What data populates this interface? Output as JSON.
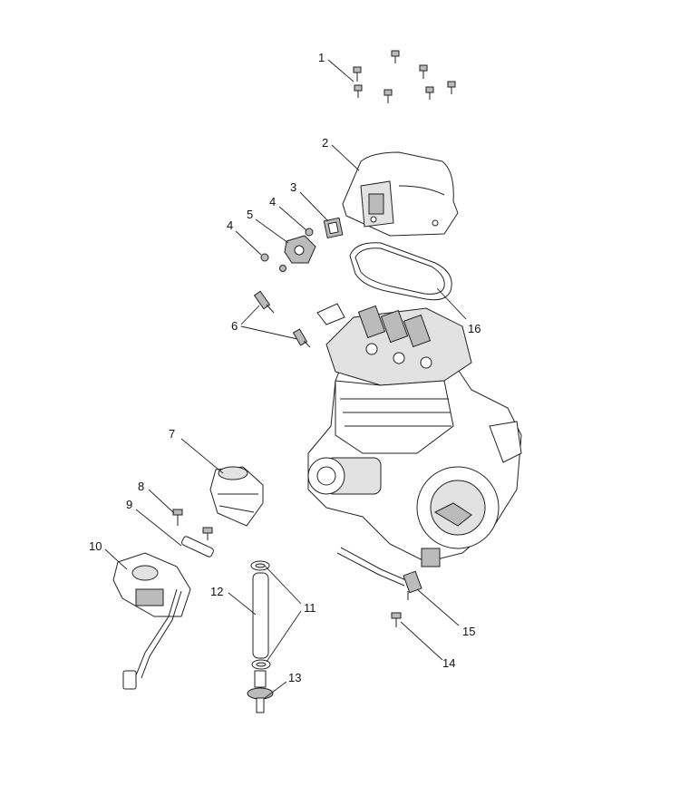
{
  "callouts": [
    {
      "id": "1",
      "label": "1"
    },
    {
      "id": "2",
      "label": "2"
    },
    {
      "id": "3",
      "label": "3"
    },
    {
      "id": "4a",
      "label": "4"
    },
    {
      "id": "4b",
      "label": "4"
    },
    {
      "id": "5",
      "label": "5"
    },
    {
      "id": "6",
      "label": "6"
    },
    {
      "id": "7",
      "label": "7"
    },
    {
      "id": "8",
      "label": "8"
    },
    {
      "id": "9",
      "label": "9"
    },
    {
      "id": "10",
      "label": "10"
    },
    {
      "id": "11",
      "label": "11"
    },
    {
      "id": "12",
      "label": "12"
    },
    {
      "id": "13",
      "label": "13"
    },
    {
      "id": "14",
      "label": "14"
    },
    {
      "id": "15",
      "label": "15"
    },
    {
      "id": "16",
      "label": "16"
    }
  ]
}
